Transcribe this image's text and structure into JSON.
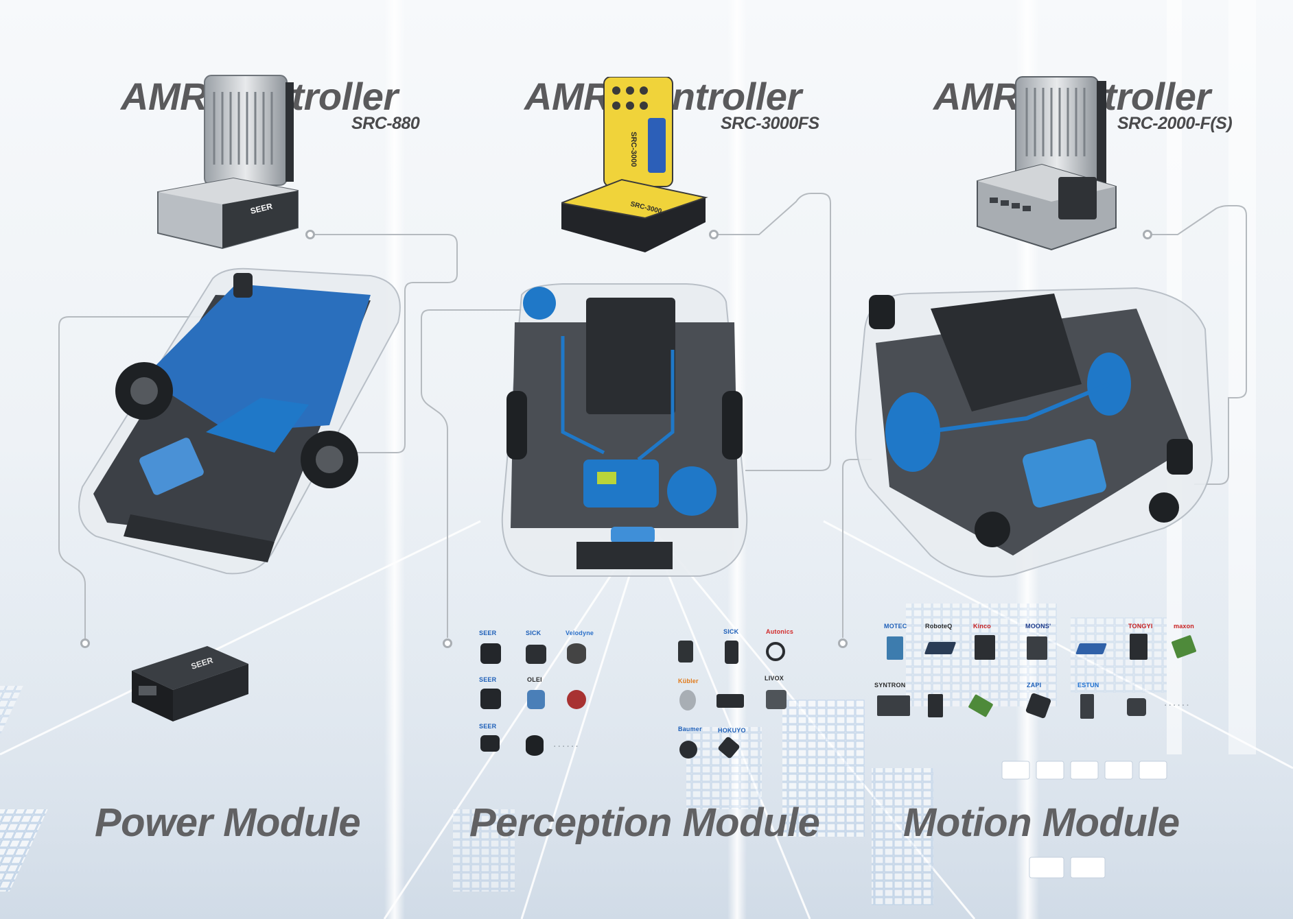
{
  "controllers": [
    {
      "title": "AMR Controller",
      "model": "SRC-880"
    },
    {
      "title": "AMR Controller",
      "model": "SRC-3000FS"
    },
    {
      "title": "AMR Controller",
      "model": "SRC-2000-F(S)"
    }
  ],
  "modules": {
    "power": "Power Module",
    "perception": "Perception Module",
    "motion": "Motion Module"
  },
  "device_labels": {
    "src3000_top": "SRC-3000",
    "src3000_base": "SRC-3000",
    "seer_logo": "SEER"
  },
  "perception_brands": {
    "group1": [
      "SEER",
      "SICK",
      "Velodyne",
      "SEER",
      "OLEI",
      "SEER"
    ],
    "group2": [
      "SICK",
      "Autonics",
      "Kübler",
      "LIVOX",
      "Baumer",
      "HOKUYO"
    ]
  },
  "motion_brands": {
    "row1": [
      "MOTEC",
      "RoboteQ",
      "Kinco",
      "MOONS'",
      "maxon",
      "TONGYI"
    ],
    "row2": [
      "SYNTRON",
      "ZAPI",
      "ESTUN"
    ]
  },
  "more_indicator": "......",
  "colors": {
    "heading": "#5a5a5c",
    "accent_blue": "#1f78c8",
    "frame_dark": "#2a2d31",
    "controller_yellow": "#f0d33a"
  }
}
